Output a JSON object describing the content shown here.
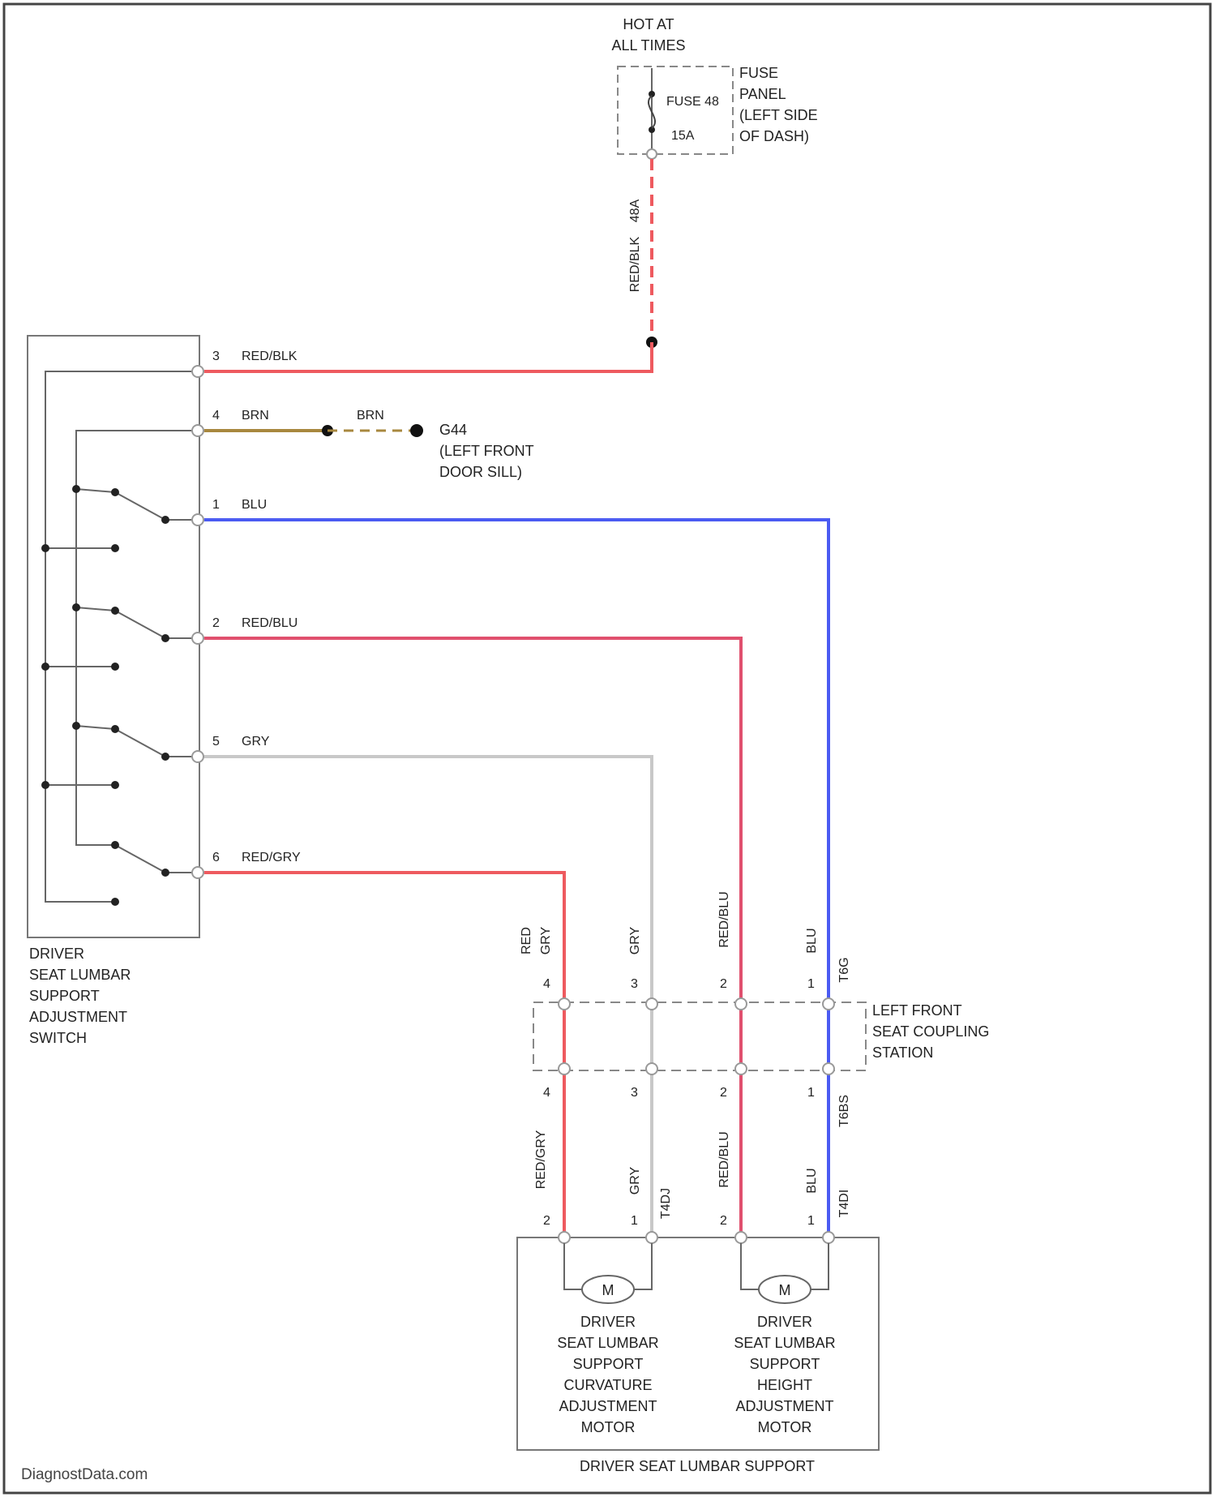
{
  "supply": {
    "line1": "HOT AT",
    "line2": "ALL TIMES"
  },
  "fuse_panel": {
    "fuse_name": "FUSE 48",
    "fuse_rating": "15A",
    "label": [
      "FUSE",
      "PANEL",
      "(LEFT SIDE",
      "OF DASH)"
    ],
    "pin_number": "48A",
    "wire_color": "RED/BLK"
  },
  "ground": {
    "name": "G44",
    "label": [
      "(LEFT FRONT",
      "DOOR SILL)"
    ]
  },
  "switch": {
    "label": [
      "DRIVER",
      "SEAT LUMBAR",
      "SUPPORT",
      "ADJUSTMENT",
      "SWITCH"
    ],
    "pins": [
      {
        "num": "3",
        "wire": "RED/BLK"
      },
      {
        "num": "4",
        "wire": "BRN"
      },
      {
        "num": "1",
        "wire": "BLU"
      },
      {
        "num": "2",
        "wire": "RED/BLU"
      },
      {
        "num": "5",
        "wire": "GRY"
      },
      {
        "num": "6",
        "wire": "RED/GRY"
      }
    ],
    "ground_wire": "BRN"
  },
  "coupling": {
    "label": [
      "LEFT FRONT",
      "SEAT COUPLING",
      "STATION"
    ],
    "top_connector": "T6G",
    "bottom_connector": "T6BS",
    "top_wires": [
      "RED",
      "GRY",
      "GRY",
      "RED/BLU",
      "BLU"
    ],
    "top_pins": [
      "4",
      "3",
      "2",
      "1"
    ],
    "bottom_pins": [
      "4",
      "3",
      "2",
      "1"
    ],
    "bottom_wires": [
      "RED/GRY",
      "GRY",
      "RED/BLU",
      "BLU"
    ]
  },
  "motor_connectors": {
    "left": "T4DJ",
    "right": "T4DI",
    "pins": [
      "2",
      "1",
      "2",
      "1"
    ]
  },
  "motor_symbol": "M",
  "motors": [
    {
      "label": [
        "DRIVER",
        "SEAT LUMBAR",
        "SUPPORT",
        "CURVATURE",
        "ADJUSTMENT",
        "MOTOR"
      ]
    },
    {
      "label": [
        "DRIVER",
        "SEAT LUMBAR",
        "SUPPORT",
        "HEIGHT",
        "ADJUSTMENT",
        "MOTOR"
      ]
    }
  ],
  "assembly_label": "DRIVER SEAT LUMBAR SUPPORT",
  "watermark": "DiagnostData.com",
  "colors": {
    "red": "#ee5a5f",
    "pink": "#e0506e",
    "blue": "#4b5bf2",
    "grey": "#c8c8c8",
    "brown": "#a8883f",
    "line": "#666666"
  }
}
